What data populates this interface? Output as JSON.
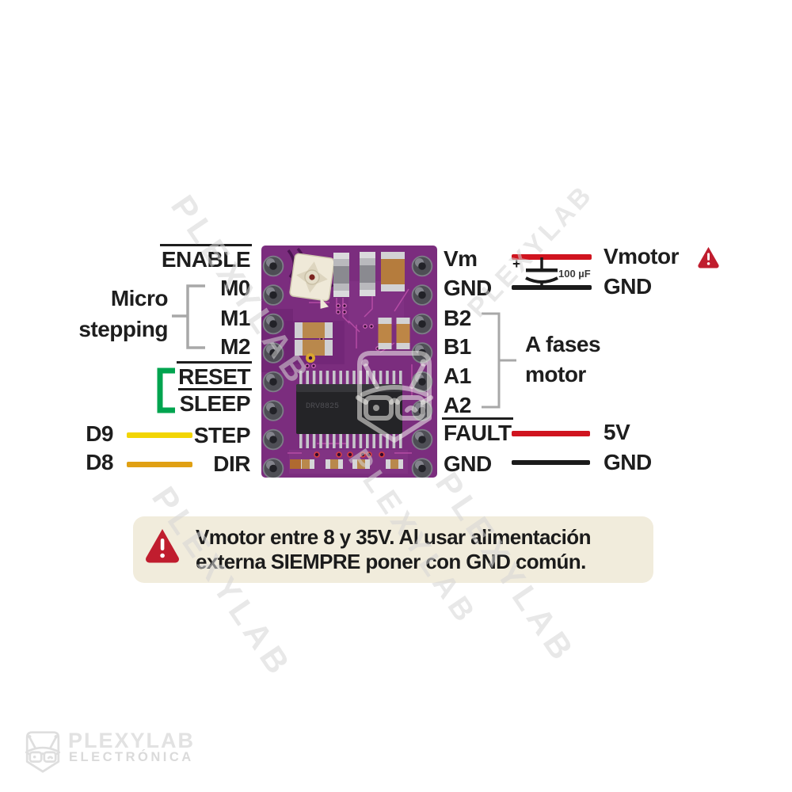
{
  "diagram": {
    "left_pins": [
      {
        "label": "ENABLE",
        "overline": true
      },
      {
        "label": "M0",
        "overline": false
      },
      {
        "label": "M1",
        "overline": false
      },
      {
        "label": "M2",
        "overline": false
      },
      {
        "label": "RESET",
        "overline": true
      },
      {
        "label": "SLEEP",
        "overline": true
      },
      {
        "label": "STEP",
        "overline": false
      },
      {
        "label": "DIR",
        "overline": false
      }
    ],
    "right_pins": [
      {
        "label": "Vm",
        "overline": false
      },
      {
        "label": "GND",
        "overline": false
      },
      {
        "label": "B2",
        "overline": false
      },
      {
        "label": "B1",
        "overline": false
      },
      {
        "label": "A1",
        "overline": false
      },
      {
        "label": "A2",
        "overline": false
      },
      {
        "label": "FAULT",
        "overline": true
      },
      {
        "label": "GND",
        "overline": false
      }
    ],
    "left_annotations": {
      "micro_line1": "Micro",
      "micro_line2": "stepping",
      "d9": "D9",
      "d8": "D8"
    },
    "right_annotations": {
      "vmotor": "Vmotor",
      "gnd_top": "GND",
      "a_fases_line1": "A fases",
      "a_fases_line2": "motor",
      "five_v": "5V",
      "gnd_bottom": "GND",
      "cap_value": "100 µF",
      "cap_plus": "+"
    }
  },
  "warning": {
    "line1": "Vmotor entre 8 y 35V. Al usar alimentación",
    "line2": "externa SIEMPRE poner con GND común."
  },
  "watermark": {
    "text": "PLEXYLAB"
  },
  "brand": {
    "name": "PLEXYLAB",
    "subtitle": "ELECTRÓNICA"
  },
  "colors": {
    "wire_yellow": "#f2d504",
    "wire_orange": "#e0a013",
    "wire_red": "#d0141f",
    "wire_black": "#1b1b1b",
    "bracket_gray": "#a8a8a8",
    "bracket_green": "#00a44f",
    "warning_red": "#c01d2e",
    "warning_bg": "#f1ecdc",
    "pcb_purple": "#7b2d7e"
  }
}
